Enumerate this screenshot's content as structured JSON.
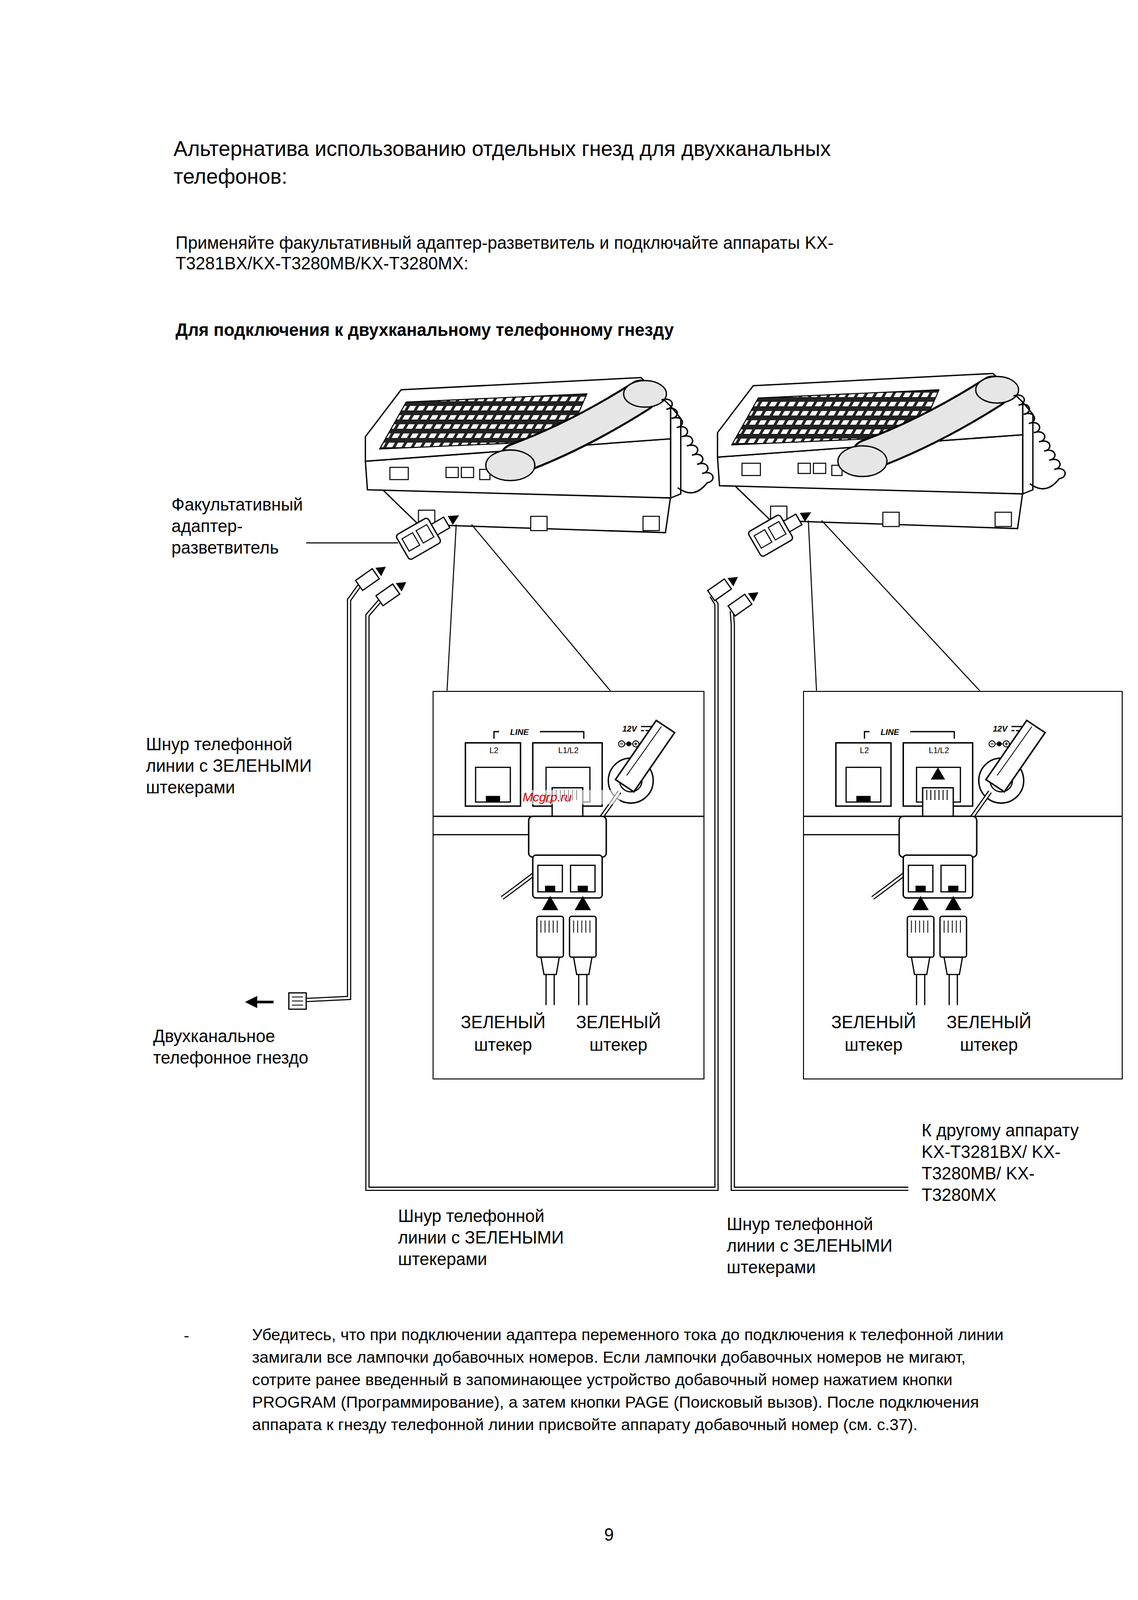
{
  "diagram": {
    "title": "Альтернатива использованию отдельных гнезд для двухканальных телефонов:",
    "nodes": [
      {
        "text": [
          "LINE",
          "L2",
          "L1/L2",
          "12V",
          "ЗЕЛЕНЫЙ штекер",
          "ЗЕЛЕНЫЙ штекер"
        ]
      },
      {
        "text": [
          "LINE",
          "L2",
          "L1/L2",
          "12V",
          "ЗЕЛЕНЫЙ штекер",
          "ЗЕЛЕНЫЙ штекер"
        ]
      }
    ],
    "labels": [
      "Применяйте факультативный адаптер-разветвитель и подключайте аппараты KX-T3281BX/KX-T3280MB/KX-T3280MX:",
      "Для подключения к двухканальному телефонному гнезду",
      "Факультативный адаптер-разветвитель",
      "Шнур телефонной линии с ЗЕЛЕНЫМИ штекерами",
      "Mcgrp.ru",
      "Двухканальное телефонное гнездо",
      "К другому аппарату KX-T3281BX/ KX-T3280MB/ KX-T3280MX",
      "Шнур телефонной линии с ЗЕЛЕНЫМИ штекерами",
      "Шнур телефонной линии с ЗЕЛЕНЫМИ штекерами",
      "-",
      "Убедитесь, что при подключении адаптера переменного тока до подключения к телефонной линии замигали все лампочки добавочных номеров. Если лампочки добавочных номеров не мигают, сотрите ранее введенный в запоминающее устройство добавочный номер нажатием кнопки PROGRAM (Программирование), а затем кнопки PAGE (Поисковый вызов). После подключения аппарата к гнезду телефонной линии присвойте аппарату добавочный номер (см. с.37).",
      "9"
    ]
  }
}
